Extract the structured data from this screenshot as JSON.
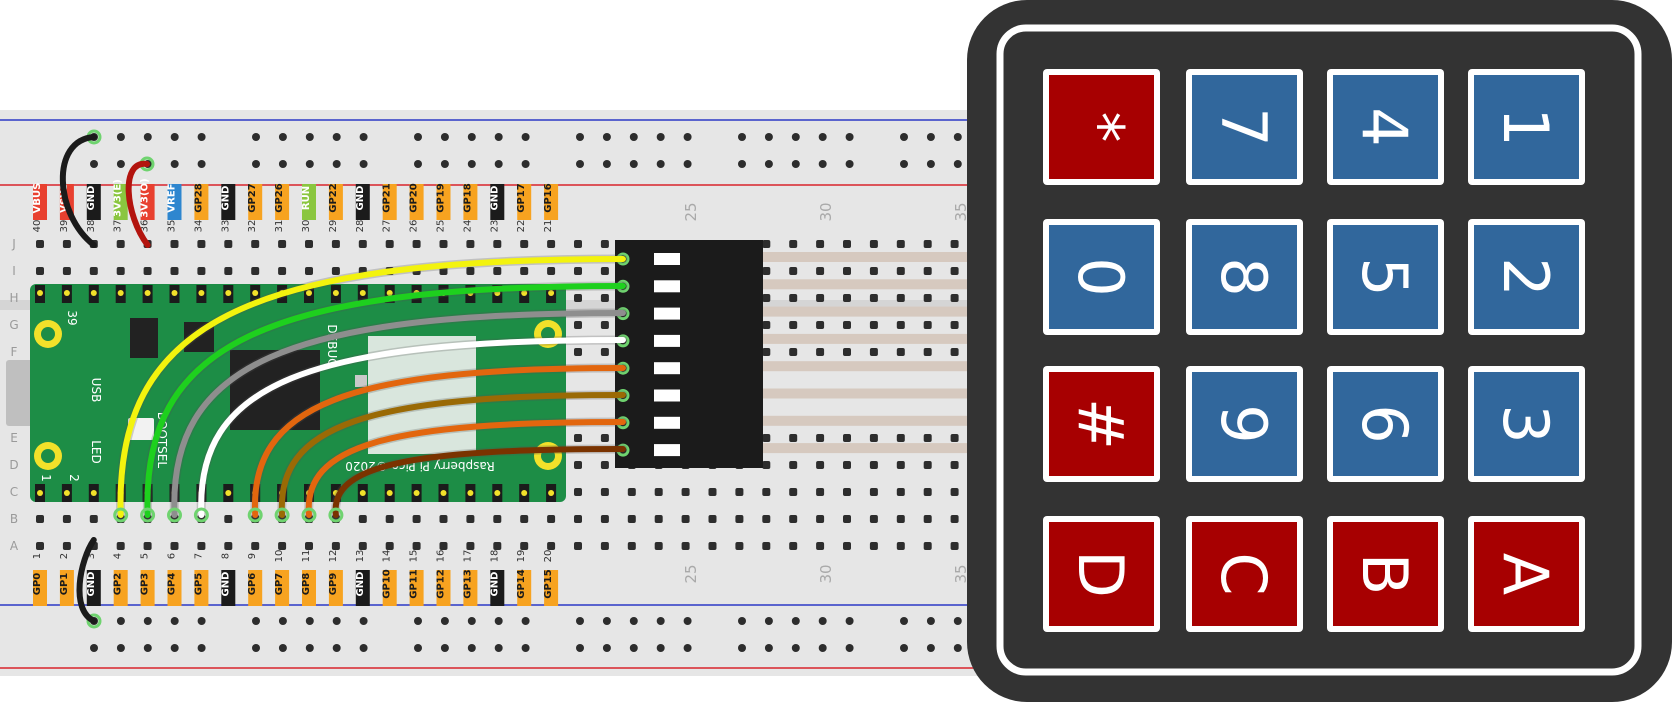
{
  "colors": {
    "background": "#ffffff",
    "breadboard": "#e6e6e6",
    "rail_blue": "#2b39c6",
    "rail_red": "#d8242b",
    "hole": "#2d2d2d",
    "hole_lit": "#6fd36f",
    "pico_board": "#1d8d46",
    "pico_chip": "#222222",
    "pad": "#f2e12a",
    "header": "#1b1b1b",
    "keypad_frame": "#333333",
    "key_blue": "#31679c",
    "key_red": "#a70001",
    "label_gp": "#f7a320",
    "label_gnd": "#1b1b1b",
    "label_power": "#e8402f",
    "label_3v3_en": "#8ac63f",
    "label_vref": "#2e86cf",
    "label_run": "#8ac63f"
  },
  "pico": {
    "top_pins": [
      {
        "num": "40",
        "label": "VBUS",
        "kind": "power"
      },
      {
        "num": "39",
        "label": "VSYS",
        "kind": "power"
      },
      {
        "num": "38",
        "label": "GND",
        "kind": "gnd"
      },
      {
        "num": "37",
        "label": "3V3(E)",
        "kind": "en"
      },
      {
        "num": "36",
        "label": "3V3(O)",
        "kind": "power"
      },
      {
        "num": "35",
        "label": "VREF",
        "kind": "vref"
      },
      {
        "num": "34",
        "label": "GP28",
        "kind": "gp"
      },
      {
        "num": "33",
        "label": "GND",
        "kind": "gnd"
      },
      {
        "num": "32",
        "label": "GP27",
        "kind": "gp"
      },
      {
        "num": "31",
        "label": "GP26",
        "kind": "gp"
      },
      {
        "num": "30",
        "label": "RUN",
        "kind": "run"
      },
      {
        "num": "29",
        "label": "GP22",
        "kind": "gp"
      },
      {
        "num": "28",
        "label": "GND",
        "kind": "gnd"
      },
      {
        "num": "27",
        "label": "GP21",
        "kind": "gp"
      },
      {
        "num": "26",
        "label": "GP20",
        "kind": "gp"
      },
      {
        "num": "25",
        "label": "GP19",
        "kind": "gp"
      },
      {
        "num": "24",
        "label": "GP18",
        "kind": "gp"
      },
      {
        "num": "23",
        "label": "GND",
        "kind": "gnd"
      },
      {
        "num": "22",
        "label": "GP17",
        "kind": "gp"
      },
      {
        "num": "21",
        "label": "GP16",
        "kind": "gp"
      }
    ],
    "bottom_pins": [
      {
        "num": "1",
        "label": "GP0",
        "kind": "gp"
      },
      {
        "num": "2",
        "label": "GP1",
        "kind": "gp"
      },
      {
        "num": "3",
        "label": "GND",
        "kind": "gnd"
      },
      {
        "num": "4",
        "label": "GP2",
        "kind": "gp"
      },
      {
        "num": "5",
        "label": "GP3",
        "kind": "gp"
      },
      {
        "num": "6",
        "label": "GP4",
        "kind": "gp"
      },
      {
        "num": "7",
        "label": "GP5",
        "kind": "gp"
      },
      {
        "num": "8",
        "label": "GND",
        "kind": "gnd"
      },
      {
        "num": "9",
        "label": "GP6",
        "kind": "gp"
      },
      {
        "num": "10",
        "label": "GP7",
        "kind": "gp"
      },
      {
        "num": "11",
        "label": "GP8",
        "kind": "gp"
      },
      {
        "num": "12",
        "label": "GP9",
        "kind": "gp"
      },
      {
        "num": "13",
        "label": "GND",
        "kind": "gnd"
      },
      {
        "num": "14",
        "label": "GP10",
        "kind": "gp"
      },
      {
        "num": "15",
        "label": "GP11",
        "kind": "gp"
      },
      {
        "num": "16",
        "label": "GP12",
        "kind": "gp"
      },
      {
        "num": "17",
        "label": "GP13",
        "kind": "gp"
      },
      {
        "num": "18",
        "label": "GND",
        "kind": "gnd"
      },
      {
        "num": "19",
        "label": "GP14",
        "kind": "gp"
      },
      {
        "num": "20",
        "label": "GP15",
        "kind": "gp"
      }
    ],
    "silkscreen": {
      "usb": "USB",
      "led": "LED",
      "bootsel": "BOOTSEL",
      "pin39": "39",
      "pin1": "1",
      "pin2": "2",
      "brand": "Raspberry Pi Pico ©2020",
      "debug": "DEBUG"
    }
  },
  "breadboard": {
    "row_letters_top": [
      "J",
      "I",
      "H",
      "G",
      "F"
    ],
    "row_letters_bottom": [
      "E",
      "D",
      "C",
      "B",
      "A"
    ],
    "column_numbers_top": [
      "25",
      "30",
      "35"
    ],
    "column_numbers_bottom": [
      "25",
      "30",
      "35"
    ]
  },
  "keypad": {
    "rows": [
      [
        {
          "label": "*",
          "color": "red"
        },
        {
          "label": "7",
          "color": "blue"
        },
        {
          "label": "4",
          "color": "blue"
        },
        {
          "label": "1",
          "color": "blue"
        }
      ],
      [
        {
          "label": "0",
          "color": "blue"
        },
        {
          "label": "8",
          "color": "blue"
        },
        {
          "label": "5",
          "color": "blue"
        },
        {
          "label": "2",
          "color": "blue"
        }
      ],
      [
        {
          "label": "#",
          "color": "red"
        },
        {
          "label": "9",
          "color": "blue"
        },
        {
          "label": "6",
          "color": "blue"
        },
        {
          "label": "3",
          "color": "blue"
        }
      ],
      [
        {
          "label": "D",
          "color": "red"
        },
        {
          "label": "C",
          "color": "red"
        },
        {
          "label": "B",
          "color": "red"
        },
        {
          "label": "A",
          "color": "red"
        }
      ]
    ]
  },
  "wires": [
    {
      "name": "wire-yellow",
      "color": "#f3f30e",
      "from_pin": "GP2",
      "to": "keypad-pin-1"
    },
    {
      "name": "wire-green-light",
      "color": "#1ed01e",
      "from_pin": "GP3",
      "to": "keypad-pin-2"
    },
    {
      "name": "wire-grey",
      "color": "#8e8e8e",
      "from_pin": "GP4",
      "to": "keypad-pin-3"
    },
    {
      "name": "wire-white",
      "color": "#ffffff",
      "from_pin": "GP5",
      "to": "keypad-pin-4"
    },
    {
      "name": "wire-orange",
      "color": "#e2660e",
      "from_pin": "GP6",
      "to": "keypad-pin-5"
    },
    {
      "name": "wire-olive",
      "color": "#9a6a05",
      "from_pin": "GP7",
      "to": "keypad-pin-6"
    },
    {
      "name": "wire-orange-2",
      "color": "#e2660e",
      "from_pin": "GP8",
      "to": "keypad-pin-7"
    },
    {
      "name": "wire-brown",
      "color": "#7a3300",
      "from_pin": "GP9",
      "to": "keypad-pin-8"
    },
    {
      "name": "wire-black-top",
      "color": "#1b1b1b",
      "from_pin": "GND",
      "to": "rail-top-negative"
    },
    {
      "name": "wire-red-top",
      "color": "#b3140e",
      "from_pin": "3V3(O)",
      "to": "rail-top-positive"
    },
    {
      "name": "wire-black-bottom",
      "color": "#1b1b1b",
      "from_pin": "GND",
      "to": "rail-bottom-negative"
    }
  ]
}
